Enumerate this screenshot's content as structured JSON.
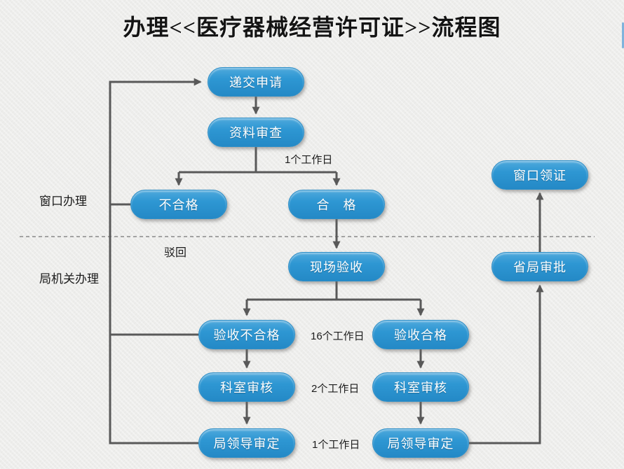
{
  "title": "办理<<医疗器械经营许可证>>流程图",
  "lanes": {
    "window": "窗口办理",
    "bureau": "局机关办理"
  },
  "annotations": {
    "reject": "驳回",
    "doc_review_days": "1个工作日",
    "site_inspection_days": "16个工作日",
    "dept_review_days": "2个工作日",
    "leader_approval_days": "1个工作日"
  },
  "nodes": {
    "submit": "递交申请",
    "doc_review": "资料审查",
    "unqualified": "不合格",
    "qualified": "合　格",
    "site_inspection": "现场验收",
    "inspection_failed": "验收不合格",
    "inspection_passed": "验收合格",
    "dept_review_left": "科室审核",
    "dept_review_right": "科室审核",
    "leader_left": "局领导审定",
    "leader_right": "局领导审定",
    "provincial": "省局审批",
    "collect": "窗口领证"
  },
  "colors": {
    "node_fill": "#2b93d0",
    "node_highlight": "#4fa9dc",
    "connector": "#595959",
    "divider": "#8a8a8a",
    "background": "#ededeb",
    "node_text": "#ffffff",
    "scrollbar": "#7fb3dc"
  }
}
